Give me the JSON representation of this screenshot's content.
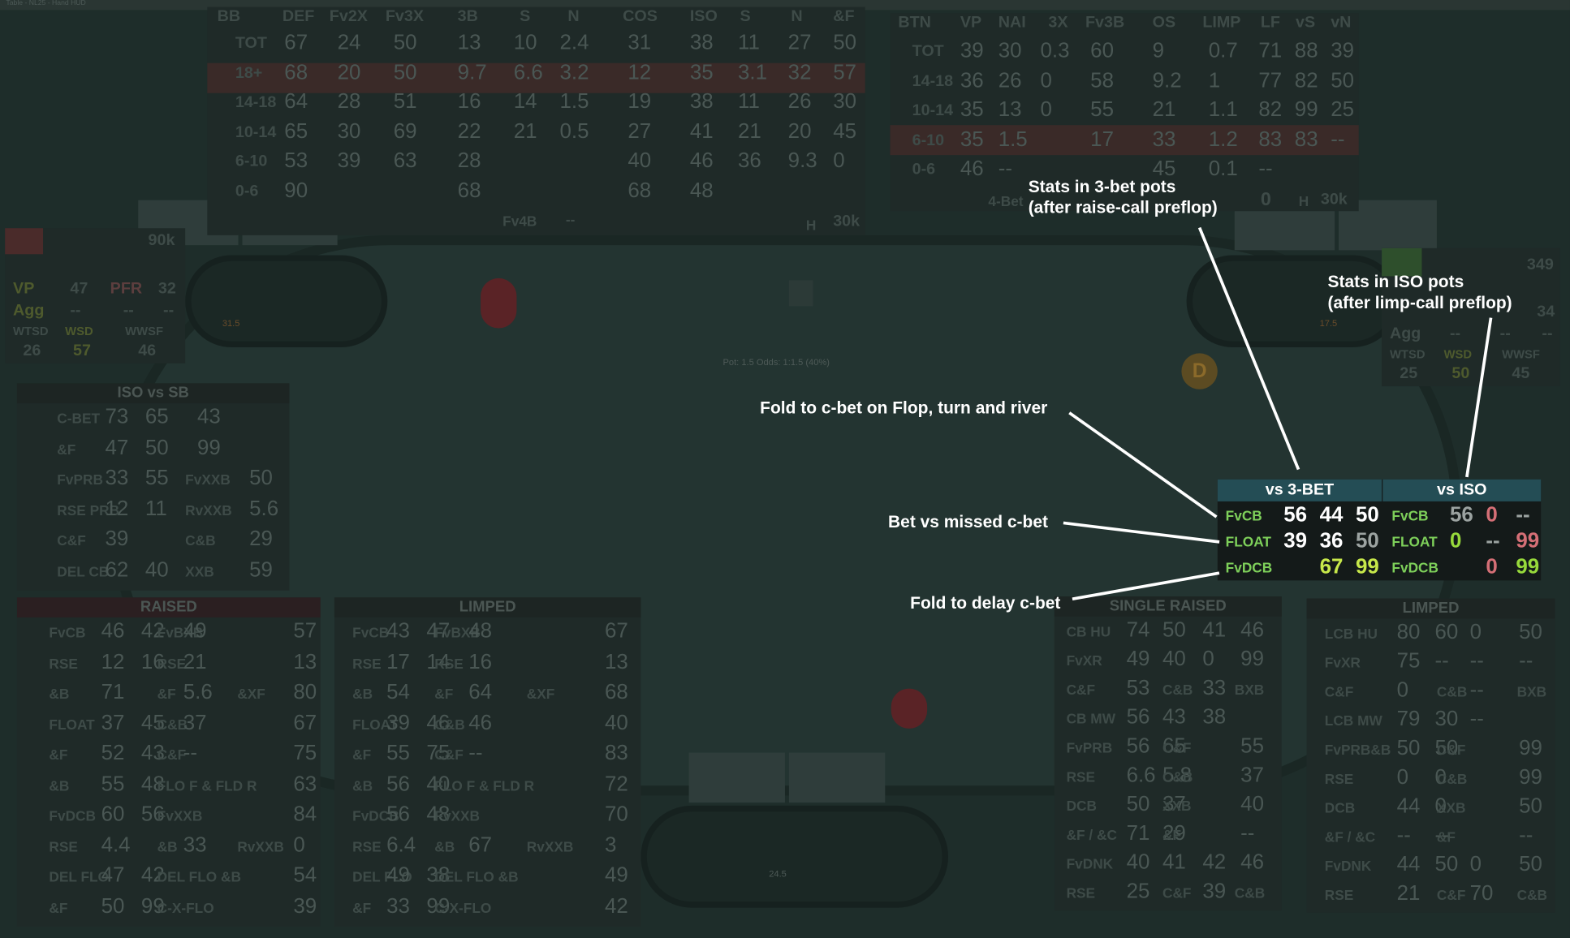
{
  "app": {
    "title_bar": "Table - NL25 - Hand HUD"
  },
  "top_left_hud": {
    "headers": [
      "BB",
      "DEF",
      "Fv2X",
      "Fv3X",
      "3B",
      "S",
      "N",
      "COS",
      "ISO",
      "S",
      "N",
      "&F"
    ],
    "rows": [
      [
        "TOT",
        "67",
        "24",
        "50",
        "13",
        "10",
        "2.4",
        "31",
        "38",
        "11",
        "27",
        "50"
      ],
      [
        "18+",
        "68",
        "20",
        "50",
        "9.7",
        "6.6",
        "3.2",
        "12",
        "35",
        "3.1",
        "32",
        "57"
      ],
      [
        "14-18",
        "64",
        "28",
        "51",
        "16",
        "14",
        "1.5",
        "19",
        "38",
        "11",
        "26",
        "30"
      ],
      [
        "10-14",
        "65",
        "30",
        "69",
        "22",
        "21",
        "0.5",
        "27",
        "41",
        "21",
        "20",
        "45"
      ],
      [
        "6-10",
        "53",
        "39",
        "63",
        "28",
        "",
        "",
        "40",
        "46",
        "36",
        "9.3",
        "0"
      ],
      [
        "0-6",
        "90",
        "",
        "",
        "68",
        "",
        "",
        "68",
        "48",
        "",
        "",
        ""
      ]
    ],
    "footer": {
      "fv4b_label": "Fv4B",
      "fv4b_value": "--",
      "h_label": "H",
      "hands": "30k"
    }
  },
  "top_right_hud": {
    "headers": [
      "BTN",
      "VP",
      "NAI",
      "3X",
      "Fv3B",
      "OS",
      "LIMP",
      "LF",
      "vS",
      "vN"
    ],
    "rows": [
      [
        "TOT",
        "39",
        "30",
        "0.3",
        "60",
        "9",
        "0.7",
        "71",
        "88",
        "39"
      ],
      [
        "14-18",
        "36",
        "26",
        "0",
        "58",
        "9.2",
        "1",
        "77",
        "82",
        "50"
      ],
      [
        "10-14",
        "35",
        "13",
        "0",
        "55",
        "21",
        "1.1",
        "82",
        "99",
        "25"
      ],
      [
        "6-10",
        "35",
        "1.5",
        "",
        "17",
        "33",
        "1.2",
        "83",
        "83",
        "--"
      ],
      [
        "0-6",
        "46",
        "--",
        "",
        "",
        "45",
        "0.1",
        "--",
        "",
        ""
      ]
    ],
    "footer": {
      "fourbet_label": "4-Bet",
      "fourbet_value": "0",
      "h_label": "H",
      "hands": "30k"
    }
  },
  "left_player": {
    "hands": "90k",
    "vp": "47",
    "pfr": "32",
    "agg": "--",
    "agg2": "--",
    "agg3": "--",
    "wtsd": "26",
    "wsd": "57",
    "wwsf": "46",
    "labels": {
      "vp": "VP",
      "pfr": "PFR",
      "agg": "Agg",
      "wtsd": "WTSD",
      "wsd": "WSD",
      "wwsf": "WWSF"
    }
  },
  "right_player": {
    "hands": "349",
    "val": "34",
    "agg": "Agg",
    "agg_v1": "--",
    "agg_v2": "--",
    "agg_v3": "--",
    "wtsd": "25",
    "wsd": "50",
    "wwsf": "45",
    "labels": {
      "wtsd": "WTSD",
      "wsd": "WSD",
      "wwsf": "WWSF"
    }
  },
  "iso_vs_sb": {
    "title": "ISO vs SB",
    "rows": [
      {
        "l": "C-BET",
        "a": "73",
        "b": "65",
        "c": "43"
      },
      {
        "l": "&F",
        "a": "47",
        "b": "50",
        "c": "99"
      },
      {
        "l": "FvPRB",
        "a": "33",
        "b": "55",
        "l2": "FvXXB",
        "d": "50"
      },
      {
        "l": "RSE PRB",
        "a": "12",
        "b": "11",
        "l2": "RvXXB",
        "d": "5.6"
      },
      {
        "l": "C&F",
        "a": "39",
        "l2": "C&B",
        "d": "29"
      },
      {
        "l": "DEL CB",
        "a": "62",
        "b": "40",
        "l2": "XXB",
        "d": "59"
      }
    ]
  },
  "raised": {
    "title": "RAISED",
    "rows": [
      {
        "l": "FvCB",
        "a": "46",
        "b": "42",
        "c": "49",
        "l2": "FvBXB",
        "d": "57"
      },
      {
        "l": "RSE",
        "a": "12",
        "b": "16",
        "c": "21",
        "l2": "RSE",
        "d": "13"
      },
      {
        "l": "&B",
        "a": "71",
        "l2": "&F",
        "c": "5.6",
        "l3": "&XF",
        "d": "80"
      },
      {
        "l": "FLOAT",
        "a": "37",
        "b": "45",
        "c": "37",
        "l2": "C&B",
        "d": "67"
      },
      {
        "l": "&F",
        "a": "52",
        "b": "43",
        "c": "--",
        "l2": "C&F",
        "d": "75"
      },
      {
        "l": "&B",
        "a": "55",
        "b": "48",
        "l2": "FLO F & FLD R",
        "d": "63"
      },
      {
        "l": "FvDCB",
        "a": "60",
        "b": "56",
        "l2": "FvXXB",
        "d": "84"
      },
      {
        "l": "RSE",
        "a": "4.4",
        "l2": "&B",
        "c": "33",
        "l3": "RvXXB",
        "d": "0"
      },
      {
        "l": "DEL FLO",
        "a": "47",
        "b": "42",
        "l2": "DEL FLO &B",
        "d": "54"
      },
      {
        "l": "&F",
        "a": "50",
        "b": "99",
        "l2": "C-X-FLO",
        "d": "39"
      }
    ]
  },
  "limped": {
    "title": "LIMPED",
    "rows": [
      {
        "l": "FvCB",
        "a": "43",
        "b": "47",
        "c": "48",
        "l2": "FvBXB",
        "d": "67"
      },
      {
        "l": "RSE",
        "a": "17",
        "b": "14",
        "c": "16",
        "l2": "RSE",
        "d": "13"
      },
      {
        "l": "&B",
        "a": "54",
        "l2": "&F",
        "c": "64",
        "l3": "&XF",
        "d": "68"
      },
      {
        "l": "FLOAT",
        "a": "39",
        "b": "46",
        "c": "46",
        "l2": "C&B",
        "d": "40"
      },
      {
        "l": "&F",
        "a": "55",
        "b": "75",
        "c": "--",
        "l2": "C&F",
        "d": "83"
      },
      {
        "l": "&B",
        "a": "56",
        "b": "40",
        "l2": "FLO F & FLD R",
        "d": "72"
      },
      {
        "l": "FvDCB",
        "a": "56",
        "b": "48",
        "l2": "FvXXB",
        "d": "70"
      },
      {
        "l": "RSE",
        "a": "6.4",
        "l2": "&B",
        "c": "67",
        "l3": "RvXXB",
        "d": "3"
      },
      {
        "l": "DEL FLO",
        "a": "49",
        "b": "38",
        "l2": "DEL FLO &B",
        "d": "49"
      },
      {
        "l": "&F",
        "a": "33",
        "b": "99",
        "l2": "C-X-FLO",
        "d": "42"
      }
    ]
  },
  "single_raised": {
    "title": "SINGLE RAISED",
    "rows": [
      {
        "l": "CB HU",
        "a": "74",
        "b": "50",
        "c": "41",
        "d": "46"
      },
      {
        "l": "FvXR",
        "a": "49",
        "b": "40",
        "c": "0",
        "d": "99"
      },
      {
        "l": "C&F",
        "a": "53",
        "l2": "C&B",
        "c": "33",
        "l3": "BXB"
      },
      {
        "l": "CB MW",
        "a": "56",
        "b": "43",
        "c": "38"
      },
      {
        "l": "FvPRB",
        "a": "56",
        "b": "65",
        "l2": "C&F",
        "d": "55"
      },
      {
        "l": "RSE",
        "a": "6.6",
        "b": "5.8",
        "l2": "C&B",
        "d": "37"
      },
      {
        "l": "DCB",
        "a": "50",
        "b": "37",
        "l2": "XXB",
        "d": "40"
      },
      {
        "l": "&F / &C",
        "a": "71",
        "b": "29",
        "l2": "&F",
        "d": "--"
      },
      {
        "l": "FvDNK",
        "a": "40",
        "b": "41",
        "c": "42",
        "d": "46"
      },
      {
        "l": "RSE",
        "a": "25",
        "l2": "C&F",
        "c": "39",
        "l3": "C&B"
      }
    ]
  },
  "limped_right": {
    "title": "LIMPED",
    "rows": [
      {
        "l": "LCB HU",
        "a": "80",
        "b": "60",
        "c": "0",
        "d": "50"
      },
      {
        "l": "FvXR",
        "a": "75",
        "b": "--",
        "c": "--",
        "d": "--"
      },
      {
        "l": "C&F",
        "a": "0",
        "l2": "C&B",
        "c": "--",
        "l3": "BXB"
      },
      {
        "l": "LCB MW",
        "a": "79",
        "b": "30",
        "c": "--"
      },
      {
        "l": "FvPRB&B",
        "a": "50",
        "b": "50",
        "l2": "C&F",
        "d": "99"
      },
      {
        "l": "RSE",
        "a": "0",
        "b": "0",
        "l2": "C&B",
        "d": "99"
      },
      {
        "l": "DCB",
        "a": "44",
        "b": "0",
        "l2": "XXB",
        "d": "50"
      },
      {
        "l": "&F / &C",
        "a": "--",
        "b": "--",
        "l2": "&F",
        "d": "--"
      },
      {
        "l": "FvDNK",
        "a": "44",
        "b": "50",
        "c": "0",
        "d": "50"
      },
      {
        "l": "RSE",
        "a": "21",
        "l2": "C&F",
        "c": "70",
        "l3": "C&B"
      }
    ]
  },
  "highlight_hud": {
    "header_3bet": "vs 3-BET",
    "header_iso": "vs ISO",
    "rows": [
      {
        "label": "FvCB",
        "a": "56",
        "b": "44",
        "c": "50",
        "label2": "FvCB",
        "d": "56",
        "e": "0",
        "f": "--"
      },
      {
        "label": "FLOAT",
        "a": "39",
        "b": "36",
        "c": "50",
        "label2": "FLOAT",
        "d": "0",
        "e": "--",
        "f": "99"
      },
      {
        "label": "FvDCB",
        "a": "",
        "b": "67",
        "c": "99",
        "label2": "FvDCB",
        "d": "",
        "e": "0",
        "f": "99"
      }
    ]
  },
  "annotations": {
    "stats_3bet_line1": "Stats in 3-bet pots",
    "stats_3bet_line2": "(after raise-call preflop)",
    "stats_iso_line1": "Stats in ISO pots",
    "stats_iso_line2": "(after limp-call preflop)",
    "fold_cbet": "Fold to c-bet on Flop, turn and river",
    "bet_missed": "Bet vs missed c-bet",
    "fold_delay": "Fold to delay c-bet"
  },
  "table": {
    "pot_text": "Pot: 1.5   Odds: 1:1.5 (40%)",
    "dealer": "D",
    "stack_left": "31.5",
    "stack_right": "17.5",
    "stack_bottom": "24.5"
  }
}
